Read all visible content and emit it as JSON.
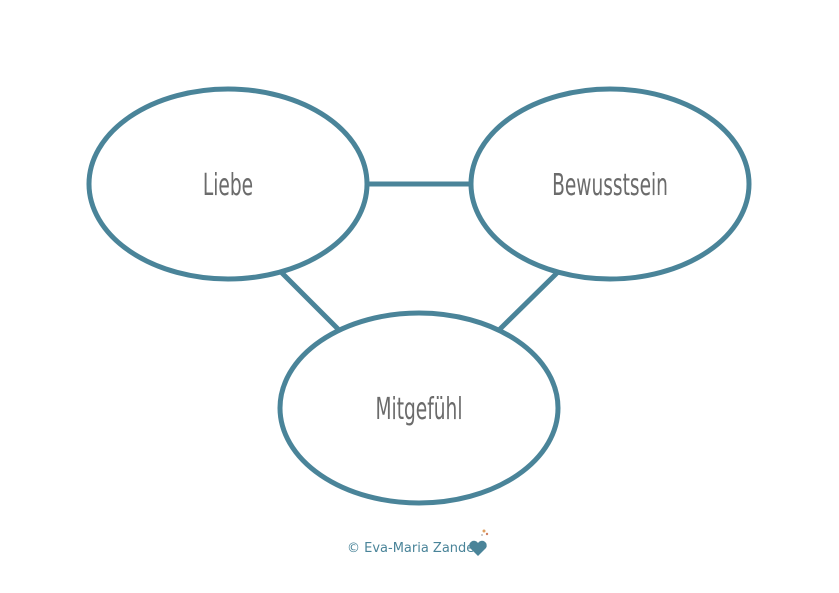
{
  "nodes": [
    {
      "id": "liebe",
      "label": "Liebe"
    },
    {
      "id": "bewusstsein",
      "label": "Bewusstsein"
    },
    {
      "id": "mitgefuehl",
      "label": "Mitgefühl"
    }
  ],
  "edges": [
    [
      "liebe",
      "bewusstsein"
    ],
    [
      "liebe",
      "mitgefuehl"
    ],
    [
      "bewusstsein",
      "mitgefuehl"
    ]
  ],
  "footer": {
    "copyright": "© Eva-Maria Zander"
  },
  "colors": {
    "stroke": "#4a8499",
    "text": "#6b6b6b"
  }
}
